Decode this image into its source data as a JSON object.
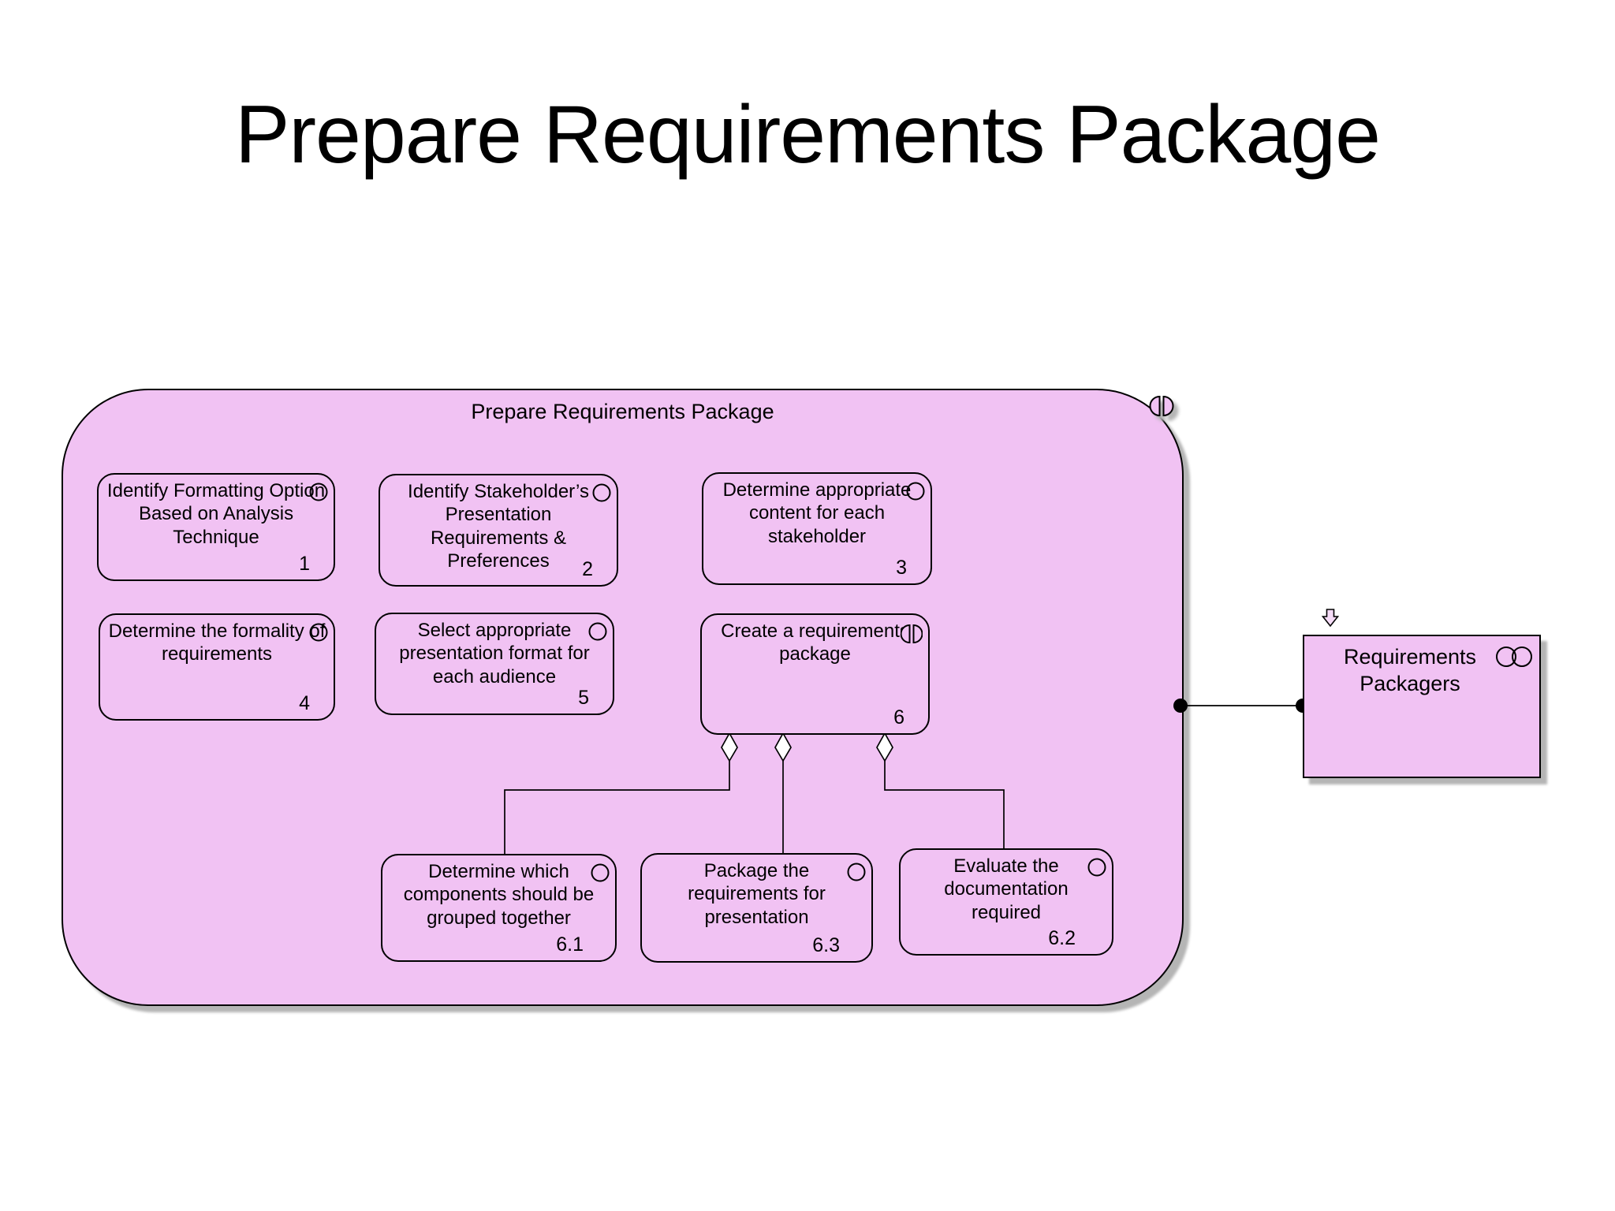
{
  "page_title": "Prepare Requirements Package",
  "diagram": {
    "container": {
      "label": "Prepare Requirements Package",
      "activities": [
        {
          "id": "1",
          "label": "Identify Formatting Option Based on Analysis Technique"
        },
        {
          "id": "2",
          "label": "Identify Stakeholder’s Presentation Requirements & Preferences"
        },
        {
          "id": "3",
          "label": "Determine appropriate content for each stakeholder"
        },
        {
          "id": "4",
          "label": "Determine the formality of requirements"
        },
        {
          "id": "5",
          "label": "Select appropriate presentation format for each audience"
        },
        {
          "id": "6",
          "label": "Create a requirements package"
        },
        {
          "id": "6.1",
          "label": "Determine which components should be grouped together"
        },
        {
          "id": "6.3",
          "label": "Package the requirements for presentation"
        },
        {
          "id": "6.2",
          "label": "Evaluate the documentation required"
        }
      ]
    },
    "external_entity": {
      "label": "Requirements Packagers"
    },
    "colors": {
      "node_fill": "#F1C2F3",
      "border": "#000000",
      "shadow": "#B5B5B5",
      "diamond_fill": "#FFFFFF"
    }
  }
}
